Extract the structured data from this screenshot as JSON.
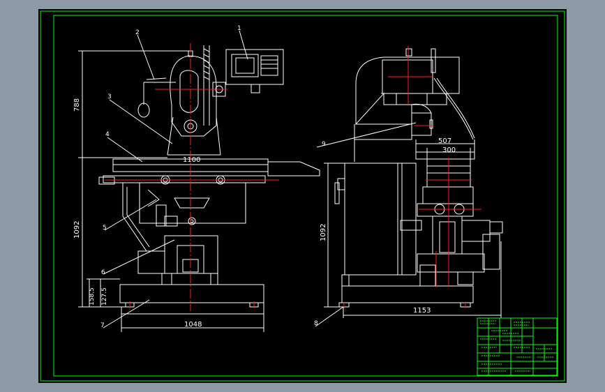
{
  "drawing": {
    "dimensions": {
      "front_height_top": "788",
      "front_height_lower": "1092",
      "front_table_length": "1100",
      "front_base_width": "1048",
      "front_foot_height": "158.5",
      "front_foot_offset": "127.5",
      "side_height": "1092",
      "side_base_length": "1153",
      "side_width_outer": "507",
      "side_width_inner": "300"
    },
    "balloons": [
      "1",
      "2",
      "3",
      "4",
      "5",
      "6",
      "7",
      "8",
      "9"
    ],
    "colors": {
      "background": "#000000",
      "lines": "#ffffff",
      "frame": "#00ff00",
      "centerlines": "#ff2020",
      "outer": "#8e9aa7"
    }
  }
}
